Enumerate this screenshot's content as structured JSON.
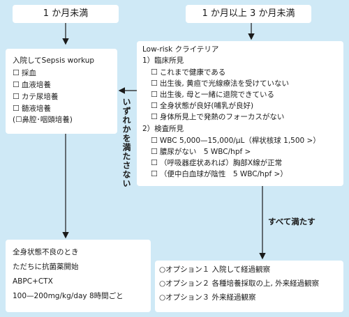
{
  "header_left": "1 か月未満",
  "header_right": "1 か月以上 3 か月未満",
  "left_box": {
    "title": "入院してSepsis workup",
    "items": [
      "採血",
      "血液培養",
      "カテ尿培養",
      "髄液培養"
    ],
    "extra": "(☐鼻腔･咽頭培養)"
  },
  "right_box": {
    "title": "Low-risk クライテリア",
    "section1": "1）臨床所見",
    "section1_items": [
      "これまで健康である",
      "出生後, 黄疸で光線療法を受けていない",
      "出生後, 母と一緒に退院できている",
      "全身状態が良好(哺乳が良好)",
      "身体所見上で発熱のフォーカスがない"
    ],
    "section2": "2）検査所見",
    "section2_items": [
      "WBC 5,000—15,000/μL（桿状核球 1,500 >）",
      "膿尿がない　5 WBC/hpf >",
      "（呼吸器症状あれば）胸部X線が正常",
      "（便中白血球が陰性　5 WBC/hpf >）"
    ]
  },
  "label_none": "いずれかを満たさない",
  "label_all": "すべて満たす",
  "bottom_left": {
    "lines": [
      "全身状態不良のとき",
      "ただちに抗菌薬開始",
      "ABPC+CTX",
      "100—200mg/kg/day 8時間ごと"
    ]
  },
  "bottom_right": {
    "options": [
      "○オプション１ 入院して経過観察",
      "○オプション２ 各種培養採取の上, 外来経過観察",
      "○オプション３ 外来経過観察"
    ]
  }
}
